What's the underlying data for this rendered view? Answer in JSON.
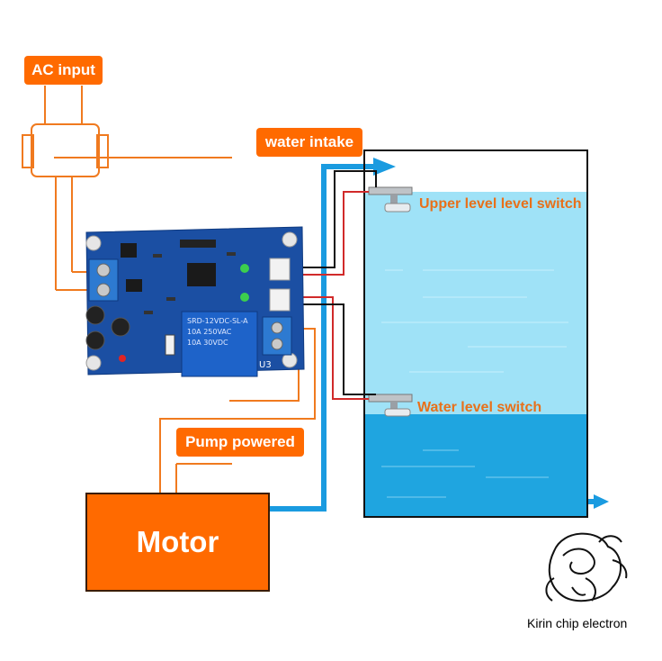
{
  "labels": {
    "ac_input": "AC input",
    "water_intake": "water intake",
    "pump_powered": "Pump powered",
    "motor": "Motor",
    "upper_switch": "Upper level level switch",
    "lower_switch": "Water level switch"
  },
  "board": {
    "silk_u3": "U3",
    "relay_model": "SRD-12VDC-SL-A",
    "relay_spec_1": "10A 250VAC",
    "relay_spec_2": "10A 30VDC"
  },
  "watermark": {
    "text": "Kirin chip electron"
  },
  "colors": {
    "accent_orange": "#ff6a00",
    "pipe_blue": "#1a9be0",
    "water_light": "#9fe2f7",
    "water_dark": "#1fa5e0",
    "pcb_blue": "#1b4fa3",
    "wire_red": "#d12a2a"
  }
}
